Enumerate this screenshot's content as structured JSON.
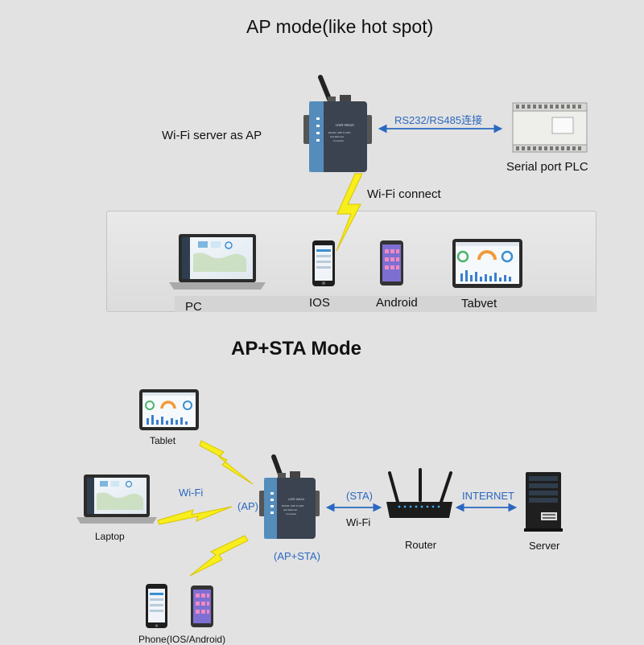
{
  "ap_section": {
    "title": "AP mode(like hot spot)",
    "server_label": "Wi-Fi server as AP",
    "link_label": "RS232/RS485连接",
    "plc_label": "Serial port PLC",
    "wifi_label": "Wi-Fi connect",
    "clients": [
      {
        "label": "PC",
        "icon": "laptop-icon"
      },
      {
        "label": "IOS",
        "icon": "iphone-icon"
      },
      {
        "label": "Android",
        "icon": "android-phone-icon"
      },
      {
        "label": "Tabvet",
        "icon": "tablet-icon"
      }
    ]
  },
  "sta_section": {
    "title": "AP+STA Mode",
    "tablet_label": "Tablet",
    "laptop_label": "Laptop",
    "phone_label": "Phone(IOS/Android)",
    "wifi_label_left": "Wi-Fi",
    "ap_label": "(AP)",
    "ap_sta_label": "(AP+STA)",
    "sta_label": "(STA)",
    "wifi_label_right": "Wi-Fi",
    "router_label": "Router",
    "internet_label": "INTERNET",
    "server_label": "Server"
  },
  "device_text": {
    "model": "USR-W610",
    "desc1": "RS232 / 485 To WiFi",
    "desc2": "and Ethernet",
    "desc3": "Converter"
  },
  "colors": {
    "bolt": "#f7ee1c",
    "bolt_stroke": "#d9c400",
    "arrow": "#2a68c0",
    "device": "#3b4350",
    "device_stripe": "#5b9fd6"
  }
}
